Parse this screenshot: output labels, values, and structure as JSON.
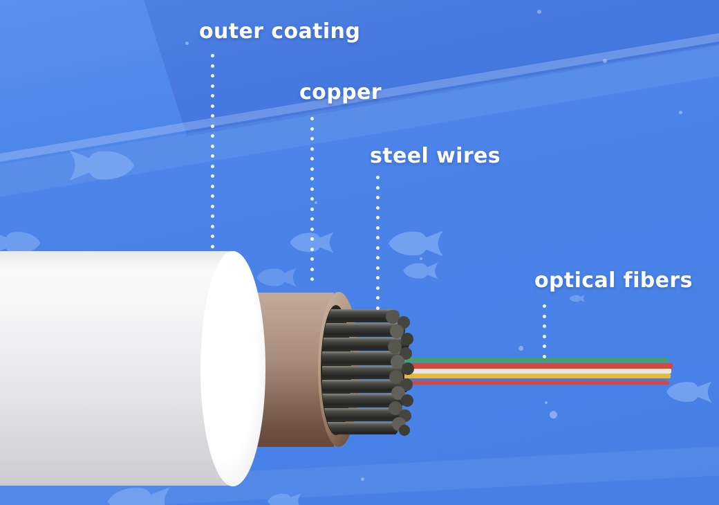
{
  "diagram": {
    "scene": "undersea fiber-optic cable cutaway",
    "labels": [
      {
        "id": "outer-coating",
        "text": "outer coating"
      },
      {
        "id": "copper",
        "text": "copper"
      },
      {
        "id": "steel-wires",
        "text": "steel wires"
      },
      {
        "id": "optical-fibers",
        "text": "optical fibers"
      }
    ],
    "colors": {
      "background": "#4a82e8",
      "label_text": "#ffffff",
      "outer_coating": "#f2f2f4",
      "copper": "#a98c7c",
      "steel_wires": "#3a3a37",
      "fish": "#7da9f2",
      "fibers": [
        "#44a06e",
        "#d9463b",
        "#e6e8df",
        "#e2ba3d",
        "#5b73d2",
        "#d9463b"
      ]
    }
  }
}
